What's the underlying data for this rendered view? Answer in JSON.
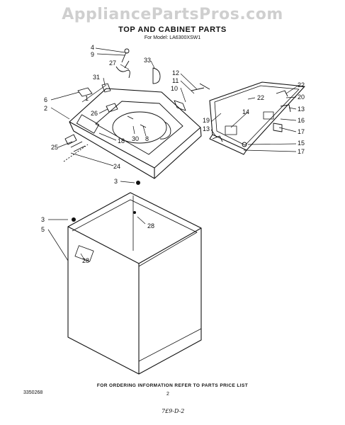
{
  "watermark": "AppliancePartsPros.com",
  "title": "TOP AND CABINET PARTS",
  "subtitle": "For Model: LA6300XSW1",
  "footer_note": "FOR ORDERING INFORMATION REFER TO PARTS PRICE LIST",
  "page_number": "2",
  "doc_number": "3350268",
  "handwritten_note": "7£9-D-2",
  "callouts": [
    {
      "id": "c4",
      "label": "4"
    },
    {
      "id": "c9",
      "label": "9"
    },
    {
      "id": "c27",
      "label": "27"
    },
    {
      "id": "c33",
      "label": "33"
    },
    {
      "id": "c12",
      "label": "12"
    },
    {
      "id": "c11",
      "label": "11"
    },
    {
      "id": "c10",
      "label": "10"
    },
    {
      "id": "c31",
      "label": "31"
    },
    {
      "id": "c1",
      "label": "1"
    },
    {
      "id": "c6",
      "label": "6"
    },
    {
      "id": "c2",
      "label": "2"
    },
    {
      "id": "c26",
      "label": "26"
    },
    {
      "id": "c30",
      "label": "30"
    },
    {
      "id": "c8",
      "label": "8"
    },
    {
      "id": "c18",
      "label": "18"
    },
    {
      "id": "c25",
      "label": "25"
    },
    {
      "id": "c24",
      "label": "24"
    },
    {
      "id": "c22a",
      "label": "22"
    },
    {
      "id": "c22b",
      "label": "22"
    },
    {
      "id": "c20",
      "label": "20"
    },
    {
      "id": "c14",
      "label": "14"
    },
    {
      "id": "c13a",
      "label": "13"
    },
    {
      "id": "c19",
      "label": "19"
    },
    {
      "id": "c13b",
      "label": "13"
    },
    {
      "id": "c16",
      "label": "16"
    },
    {
      "id": "c17a",
      "label": "17"
    },
    {
      "id": "c15",
      "label": "15"
    },
    {
      "id": "c17b",
      "label": "17"
    },
    {
      "id": "c3a",
      "label": "3"
    },
    {
      "id": "c28a",
      "label": "28"
    },
    {
      "id": "c3b",
      "label": "3"
    },
    {
      "id": "c5",
      "label": "5"
    },
    {
      "id": "c28b",
      "label": "28"
    }
  ]
}
